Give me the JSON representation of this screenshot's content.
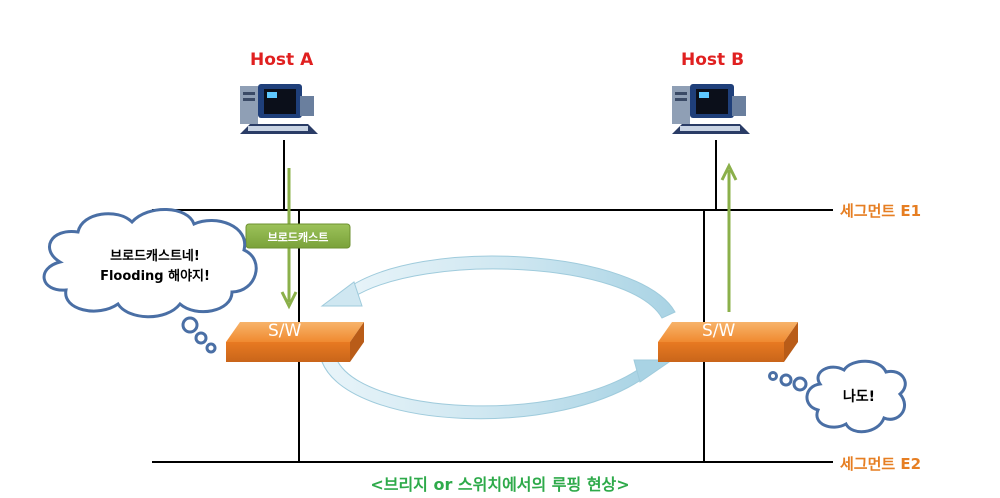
{
  "hosts": [
    {
      "label": "Host A"
    },
    {
      "label": "Host B"
    }
  ],
  "segments": [
    {
      "label": "세그먼트 E1"
    },
    {
      "label": "세그먼트 E2"
    }
  ],
  "switches": [
    {
      "label": "S/W"
    },
    {
      "label": "S/W"
    }
  ],
  "broadcast_tag": "브로드캐스트",
  "cloud_left": {
    "line1": "브로드캐스트네!",
    "line2": "Flooding 해야지!"
  },
  "cloud_right": {
    "text": "나도!"
  },
  "caption": "<브리지 or 스위치에서의 루핑 현상>",
  "colors": {
    "host_label": "#e02020",
    "segment_label": "#e67e22",
    "caption": "#2eaa4a",
    "switch": "#f08a30",
    "arrow_green": "#8bb04a",
    "loop_arrow": "#bfe0ec",
    "cloud_stroke": "#4a6fa5"
  }
}
